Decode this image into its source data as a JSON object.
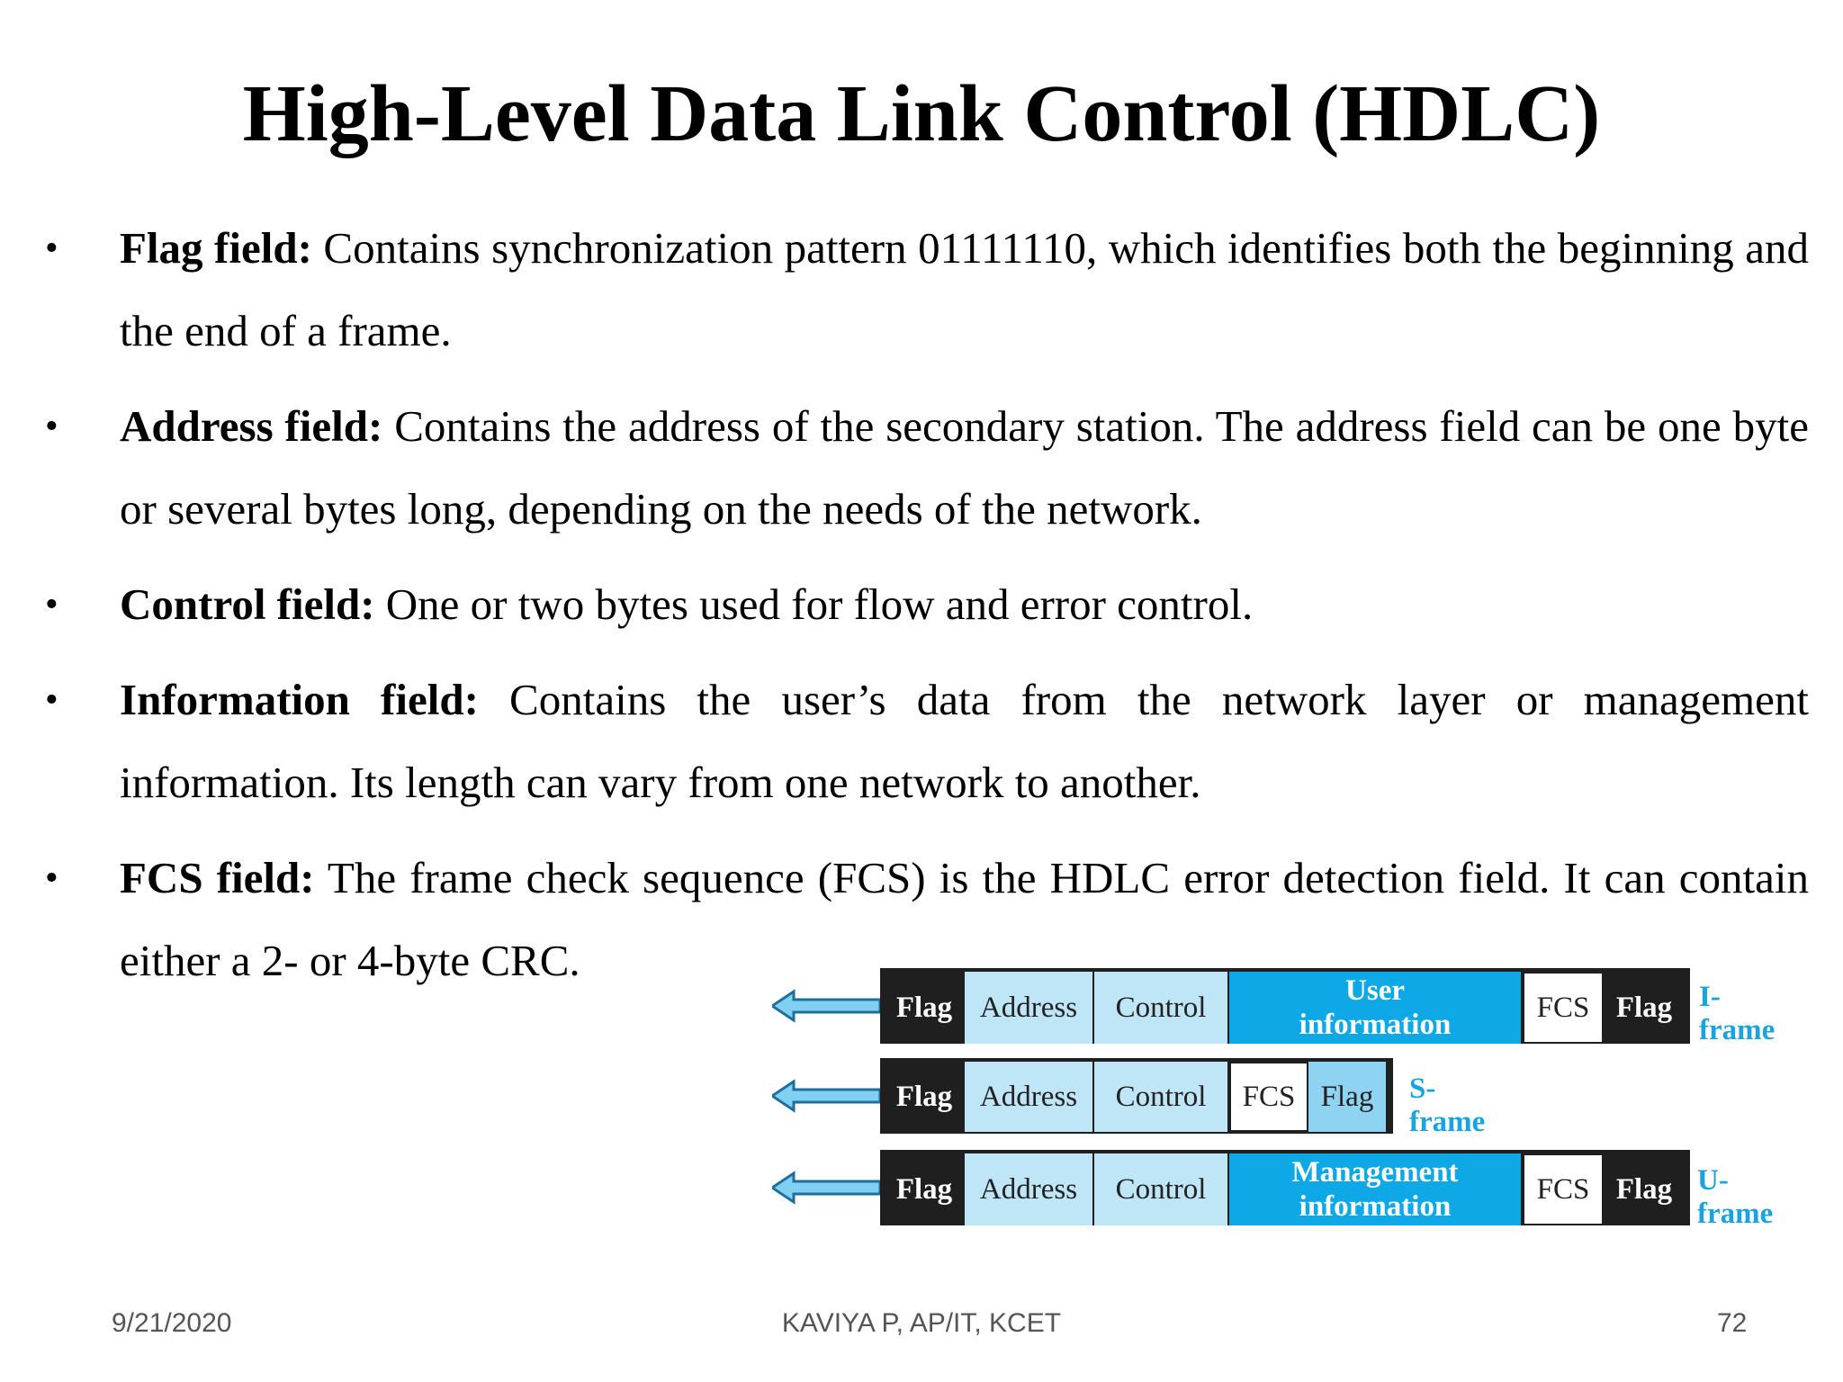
{
  "title": "High-Level Data Link Control (HDLC)",
  "bullet_symbol": "•",
  "bullets": [
    {
      "term": "Flag field:",
      "text": " Contains synchronization pattern 01111110, which identifies both the beginning and the end of a frame."
    },
    {
      "term": "Address field:",
      "text": " Contains the address of the secondary station. The address field can be one byte or several bytes long, depending on the needs of the network."
    },
    {
      "term": "Control field:",
      "text": " One or two bytes used for flow and error control."
    },
    {
      "term": "Information field:",
      "text": " Contains the user’s data from the network layer or management information. Its length can vary from one network to another."
    },
    {
      "term": "FCS field:",
      "text": " The frame check sequence (FCS) is the HDLC error detection field. It can contain either a 2- or 4-byte CRC."
    }
  ],
  "frames": {
    "i_frame": {
      "flag": "Flag",
      "address": "Address",
      "control": "Control",
      "info_line1": "User",
      "info_line2": "information",
      "fcs": "FCS",
      "flag2": "Flag",
      "label": "I-frame"
    },
    "s_frame": {
      "flag": "Flag",
      "address": "Address",
      "control": "Control",
      "fcs": "FCS",
      "flag2": "Flag",
      "label": "S-frame"
    },
    "u_frame": {
      "flag": "Flag",
      "address": "Address",
      "control": "Control",
      "info_line1": "Management",
      "info_line2": "information",
      "fcs": "FCS",
      "flag2": "Flag",
      "label": "U-frame"
    }
  },
  "colors": {
    "accent": "#0fa8e6",
    "light_cell": "#bfe6f7",
    "dark_cell": "#1f1f1f",
    "label": "#19a3e0"
  },
  "footer": {
    "date": "9/21/2020",
    "author": "KAVIYA P, AP/IT, KCET",
    "page": "72"
  }
}
